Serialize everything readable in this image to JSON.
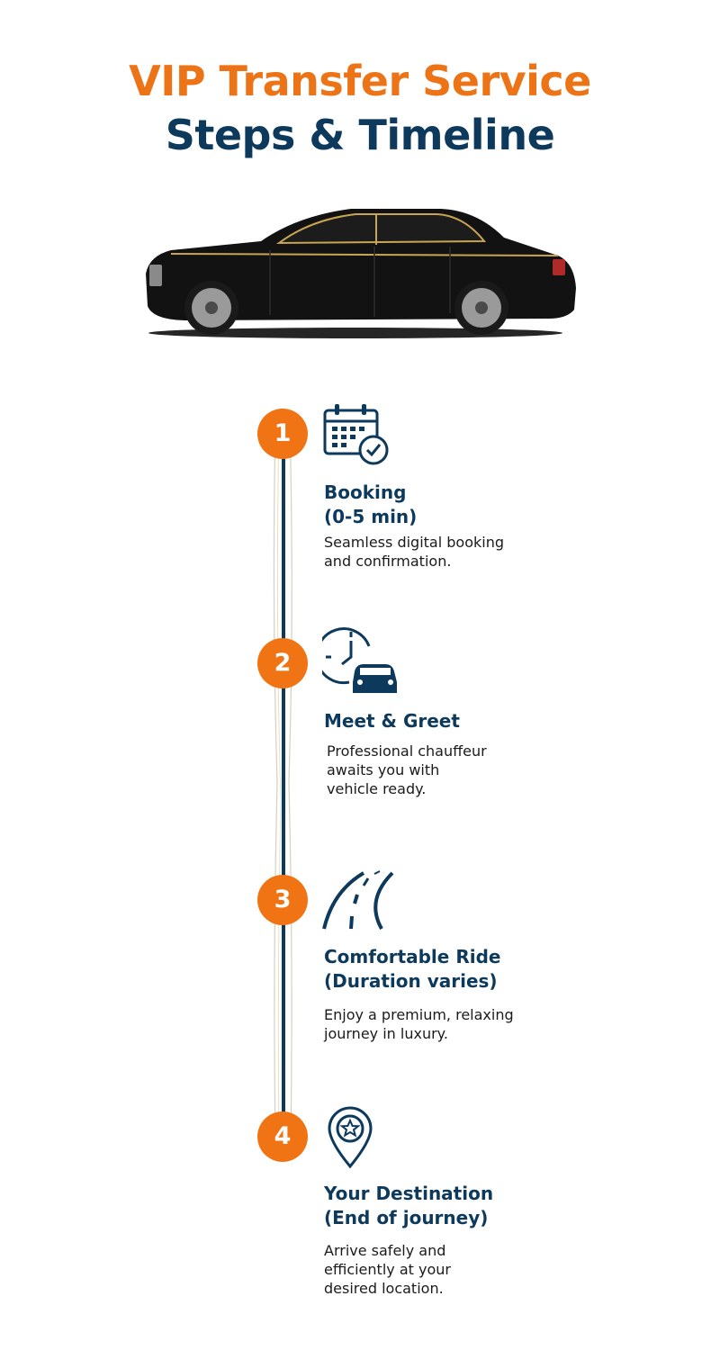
{
  "header": {
    "title_line1": "VIP Transfer Service",
    "title_line2": "Steps & Timeline"
  },
  "hero": {
    "image": "black-luxury-sedan"
  },
  "colors": {
    "accent_orange": "#F07414",
    "navy": "#0D3A5C",
    "text": "#1b1b1b"
  },
  "steps": [
    {
      "number": "1",
      "icon": "calendar-check-icon",
      "title": "Booking\n(0-5 min)",
      "description": "Seamless digital booking\nand confirmation."
    },
    {
      "number": "2",
      "icon": "clock-car-icon",
      "title": "Meet & Greet",
      "description": "Professional chauffeur\nawaits you with\nvehicle ready."
    },
    {
      "number": "3",
      "icon": "road-icon",
      "title": "Comfortable Ride\n(Duration varies)",
      "description": "Enjoy a premium, relaxing\njourney in luxury."
    },
    {
      "number": "4",
      "icon": "location-star-icon",
      "title": "Your Destination\n(End of journey)",
      "description": "Arrive safely and\nefficiently at your\ndesired location."
    }
  ]
}
